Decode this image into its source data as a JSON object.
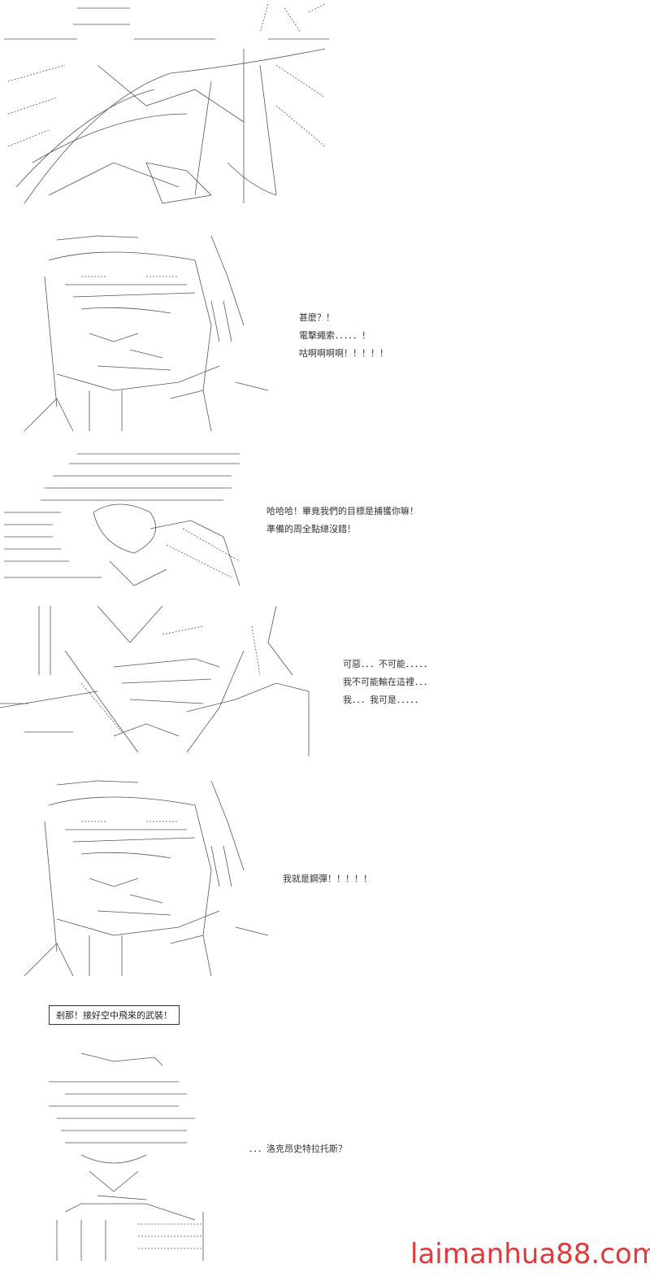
{
  "panels": [
    {
      "id": "explosion",
      "dialog": []
    },
    {
      "id": "face-1",
      "dialog": [
        "甚麼？！",
        "電擊繩索．．．．．！",
        "咕啊啊啊啊！！！！！"
      ]
    },
    {
      "id": "armored",
      "dialog": [
        "哈哈哈！畢竟我們的目標是捕獲你嘛！",
        "準備的周全點總沒錯！"
      ]
    },
    {
      "id": "bound",
      "dialog": [
        "可惡．．．不可能．．．．．",
        "我不可能輸在這裡．．．",
        "我．．．我可是．．．．．"
      ]
    },
    {
      "id": "face-2",
      "dialog": [
        "我就是鋼彈！！！！！"
      ]
    },
    {
      "id": "caption",
      "boxed_text": "剎那！接好空中飛來的武裝！"
    },
    {
      "id": "character-3",
      "dialog": [
        "．．．洛克昂史特拉托斯？"
      ]
    }
  ],
  "watermark": "laimanhua88.com"
}
